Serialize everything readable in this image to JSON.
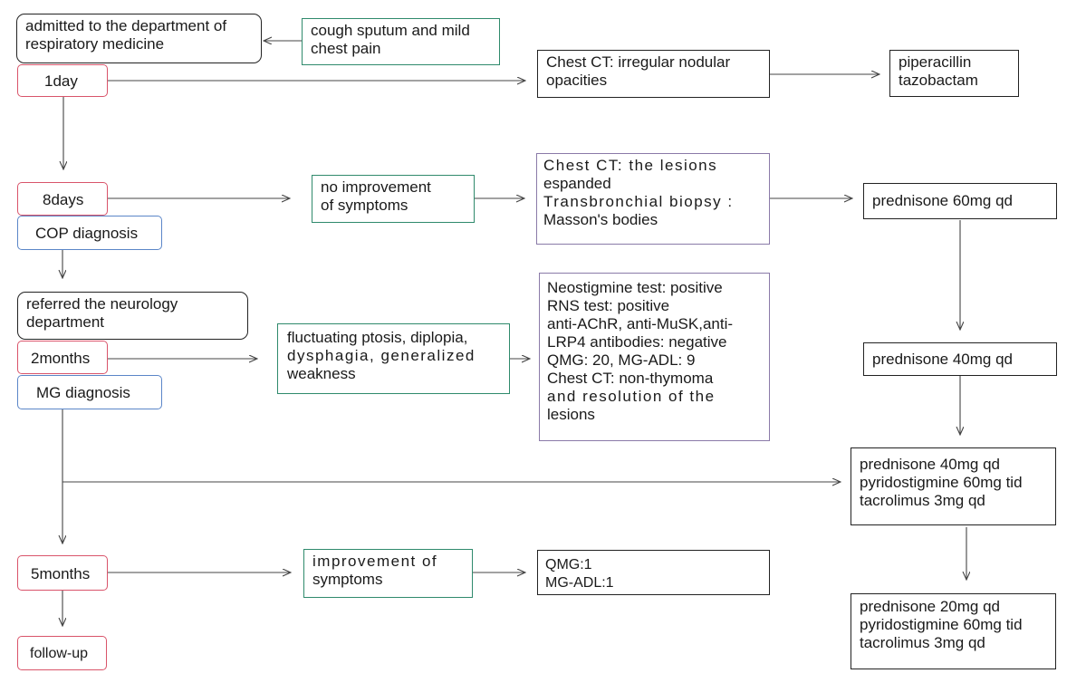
{
  "colors": {
    "event_border": "#d9546a",
    "diagnosis_border": "#5b86c8",
    "symptom_border": "#2f8a6c",
    "test_border": "#8a7aa8",
    "treatment_border": "#222222"
  },
  "admission": {
    "lines": [
      "admitted to the department of",
      "respiratory medicine"
    ]
  },
  "symptom_initial": {
    "lines": [
      "cough sputum and mild",
      "chest pain"
    ]
  },
  "timepoint_1day": "1day",
  "ct_1": {
    "lines": [
      "Chest CT: irregular nodular",
      "opacities"
    ]
  },
  "treatment_1": {
    "lines": [
      "piperacillin",
      "tazobactam"
    ]
  },
  "timepoint_8days": "8days",
  "diagnosis_cop": "COP diagnosis",
  "symptom_8days": {
    "lines": [
      "no improvement",
      "of symptoms"
    ]
  },
  "tests_8days": {
    "lines": [
      "Chest CT: the lesions",
      "espanded",
      "Transbronchial biopsy :",
      "Masson's bodies"
    ]
  },
  "treatment_2": "prednisone 60mg qd",
  "referral": {
    "lines": [
      "referred the neurology",
      "department"
    ]
  },
  "timepoint_2months": "2months",
  "diagnosis_mg": "MG diagnosis",
  "symptom_2months": {
    "lines": [
      "fluctuating ptosis, diplopia,",
      "dysphagia, generalized",
      "weakness"
    ]
  },
  "tests_2months": {
    "lines": [
      "Neostigmine test: positive",
      "RNS test: positive",
      "anti-AChR, anti-MuSK,anti-",
      "LRP4 antibodies: negative",
      "QMG: 20, MG-ADL: 9",
      "Chest CT: non-thymoma",
      "and resolution of the",
      "lesions"
    ]
  },
  "treatment_3": "prednisone 40mg qd",
  "treatment_4": {
    "lines": [
      "prednisone 40mg qd",
      "pyridostigmine 60mg tid",
      "tacrolimus 3mg qd"
    ]
  },
  "timepoint_5months": "5months",
  "symptom_5months": {
    "lines": [
      "improvement of",
      "symptoms"
    ]
  },
  "scores_5months": {
    "lines": [
      "QMG:1",
      "MG-ADL:1"
    ]
  },
  "treatment_5": {
    "lines": [
      "prednisone 20mg qd",
      "pyridostigmine 60mg tid",
      "tacrolimus 3mg qd"
    ]
  },
  "timepoint_followup": "follow-up"
}
